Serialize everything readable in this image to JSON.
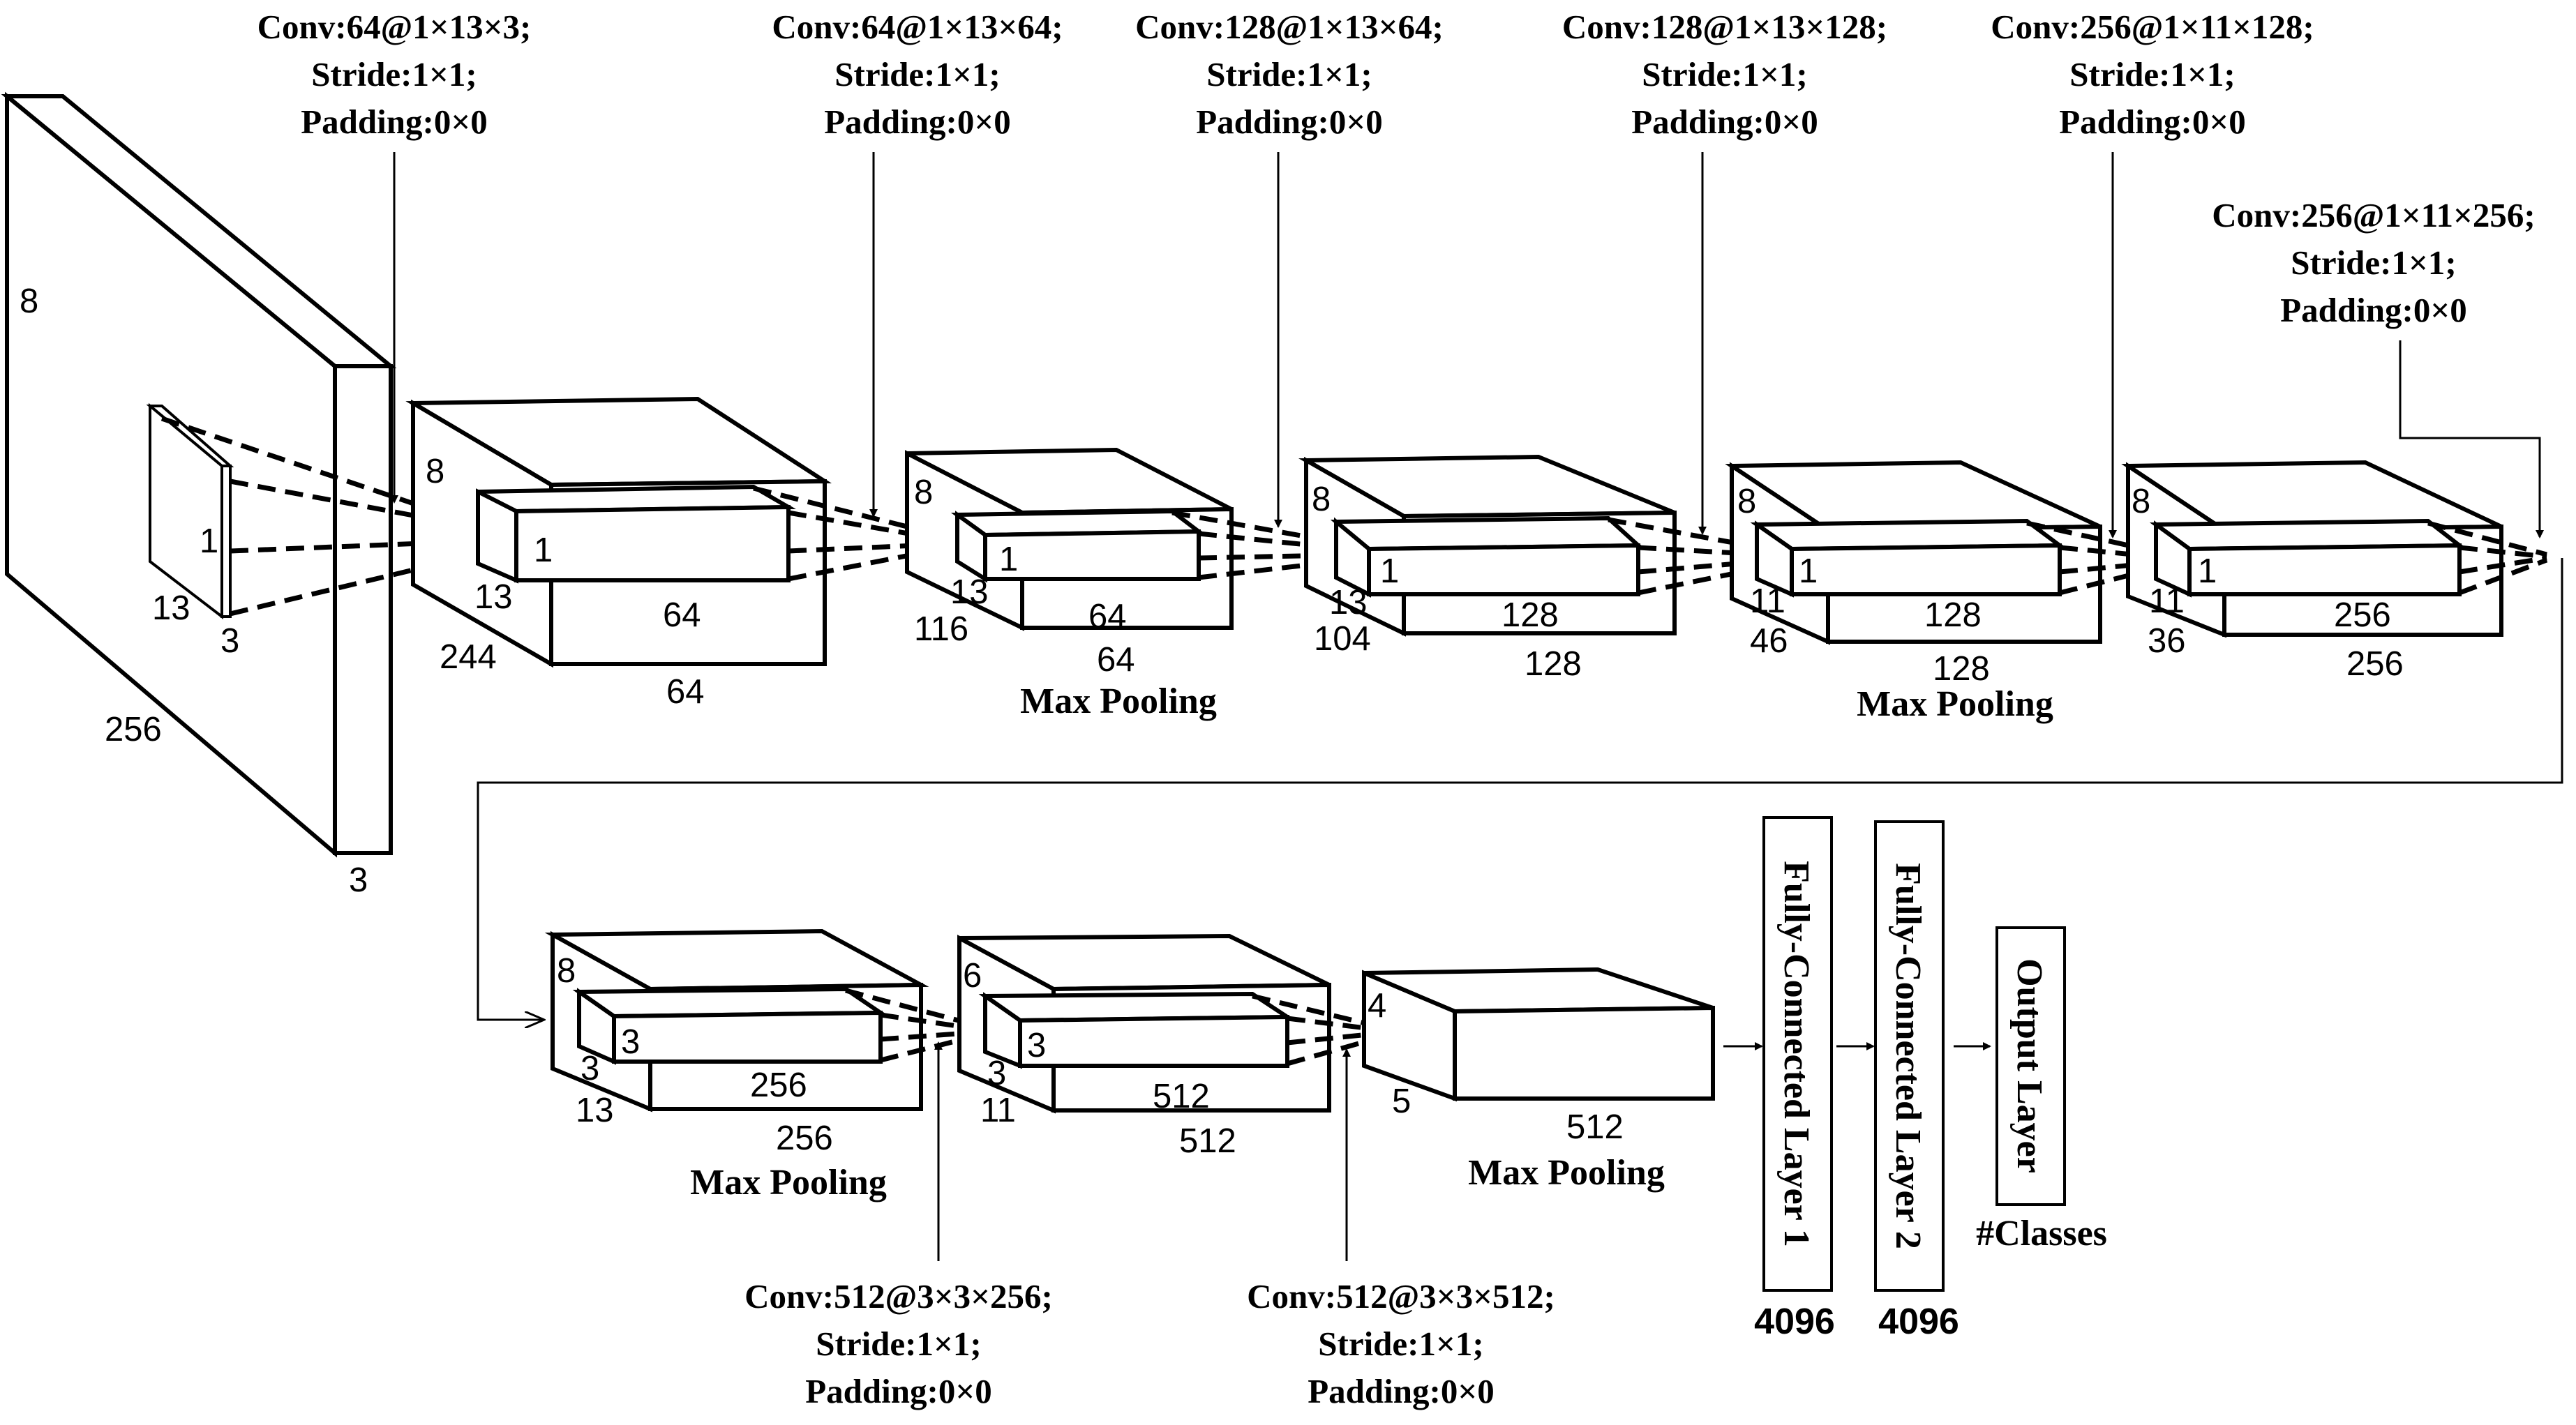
{
  "conv_labels": {
    "c1": {
      "op": "Conv:64@1×13×3;",
      "stride": "Stride:1×1;",
      "pad": "Padding:0×0"
    },
    "c2": {
      "op": "Conv:64@1×13×64;",
      "stride": "Stride:1×1;",
      "pad": "Padding:0×0"
    },
    "c3": {
      "op": "Conv:128@1×13×64;",
      "stride": "Stride:1×1;",
      "pad": "Padding:0×0"
    },
    "c4": {
      "op": "Conv:128@1×13×128;",
      "stride": "Stride:1×1;",
      "pad": "Padding:0×0"
    },
    "c5": {
      "op": "Conv:256@1×11×128;",
      "stride": "Stride:1×1;",
      "pad": "Padding:0×0"
    },
    "c6": {
      "op": "Conv:256@1×11×256;",
      "stride": "Stride:1×1;",
      "pad": "Padding:0×0"
    },
    "c7": {
      "op": "Conv:512@3×3×256;",
      "stride": "Stride:1×1;",
      "pad": "Padding:0×0"
    },
    "c8": {
      "op": "Conv:512@3×3×512;",
      "stride": "Stride:1×1;",
      "pad": "Padding:0×0"
    }
  },
  "input": {
    "height": "8",
    "width": "256",
    "depth": "3",
    "kernel_h": "1",
    "kernel_w": "13",
    "kernel_d": "3"
  },
  "b1": {
    "h": "8",
    "w": "244",
    "d": "64",
    "kh": "1",
    "kw": "13",
    "kd": "64"
  },
  "b2": {
    "h": "8",
    "w": "116",
    "d": "64",
    "kh": "1",
    "kw": "13",
    "kd": "64",
    "pool": "Max Pooling"
  },
  "b3": {
    "h": "8",
    "w": "104",
    "d": "128",
    "kh": "1",
    "kw": "13",
    "kd": "128"
  },
  "b4": {
    "h": "8",
    "w": "46",
    "d": "128",
    "kh": "1",
    "kw": "11",
    "kd": "128",
    "pool": "Max Pooling"
  },
  "b5": {
    "h": "8",
    "w": "36",
    "d": "256",
    "kh": "1",
    "kw": "11",
    "kd": "256"
  },
  "b6": {
    "h": "8",
    "w": "13",
    "d": "256",
    "kh": "3",
    "kw": "3",
    "kd": "256",
    "pool": "Max Pooling"
  },
  "b7": {
    "h": "6",
    "w": "11",
    "d": "512",
    "kh": "3",
    "kw": "3",
    "kd": "512"
  },
  "b8": {
    "h": "4",
    "w": "5",
    "d": "512",
    "pool": "Max Pooling"
  },
  "fc1": {
    "label": "Fully-Connected Layer 1",
    "units": "4096"
  },
  "fc2": {
    "label": "Fully-Connected Layer 2",
    "units": "4096"
  },
  "out": {
    "label": "Output Layer",
    "units": "#Classes"
  }
}
